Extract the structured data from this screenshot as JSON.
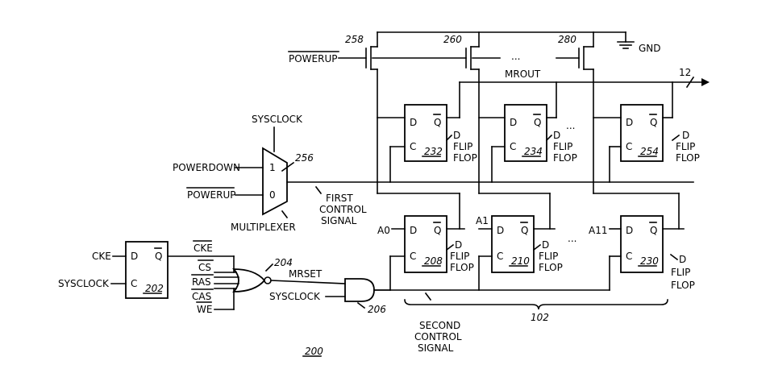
{
  "figure_number": "200",
  "inputs": {
    "powerup_top": "POWERUP",
    "sysclock_top": "SYSCLOCK",
    "powerdown": "POWERDOWN",
    "powerup_mux": "POWERUP",
    "cke": "CKE",
    "sysclock_ff": "SYSCLOCK",
    "sysclock_and": "SYSCLOCK",
    "gnd": "GND"
  },
  "nor_inputs": [
    "CKE",
    "CS",
    "RAS",
    "CAS",
    "WE"
  ],
  "signals": {
    "mrout": "MROUT",
    "mrset": "MRSET",
    "bus_width": "12",
    "first_control": [
      "FIRST",
      "CONTROL",
      "SIGNAL"
    ],
    "second_control": [
      "SECOND",
      "CONTROL",
      "SIGNAL"
    ],
    "addr_a0": "A0",
    "addr_a1": "A1",
    "addr_a11": "A11"
  },
  "transistors": [
    "258",
    "260",
    "280"
  ],
  "multiplexer": {
    "label": "MULTIPLEXER",
    "ref": "256",
    "in1": "1",
    "in0": "0"
  },
  "gates": {
    "nor_ref": "204",
    "and_ref": "206"
  },
  "flipflop_pins": {
    "d": "D",
    "q": "Q",
    "c": "C"
  },
  "flipflop_caption": [
    "D",
    "FLIP",
    "FLOP"
  ],
  "top_flipflops": [
    "232",
    "234",
    "254"
  ],
  "bottom_flipflops": [
    "208",
    "210",
    "230"
  ],
  "ff_202": "202",
  "bracket_ref": "102",
  "ellipsis": "..."
}
